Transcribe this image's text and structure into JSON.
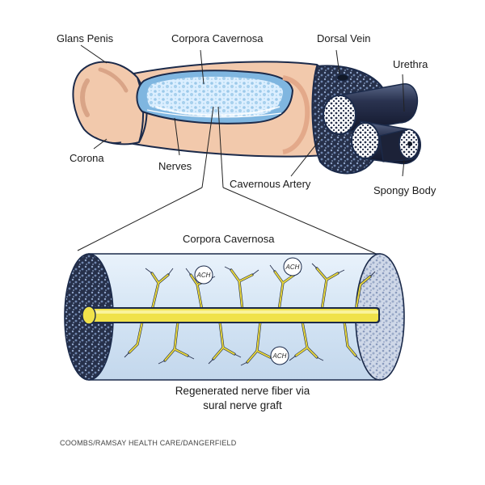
{
  "labels": {
    "glans_penis": "Glans Penis",
    "corpora_cavernosa_top": "Corpora Cavernosa",
    "dorsal_vein": "Dorsal Vein",
    "urethra": "Urethra",
    "corona": "Corona",
    "nerves": "Nerves",
    "cavernous_artery": "Cavernous Artery",
    "spongy_body": "Spongy Body",
    "corpora_cavernosa_detail": "Corpora Cavernosa"
  },
  "ach_markers": [
    "ACH",
    "ACH",
    "ACH"
  ],
  "caption": {
    "line1": "Regenerated nerve fiber via",
    "line2": "sural nerve graft"
  },
  "credit": "COOMBS/RAMSAY HEALTH CARE/DANGERFIELD",
  "colors": {
    "skin": "#f2c9ac",
    "skin_shadow": "#e3a98a",
    "tissue_blue": "#8fc3e6",
    "tissue_light": "#dcefff",
    "dark_navy": "#1c2238",
    "nerve_yellow": "#f0e24a",
    "cylinder_fill": "#d8e8f6",
    "outline": "#1b2a4a"
  }
}
